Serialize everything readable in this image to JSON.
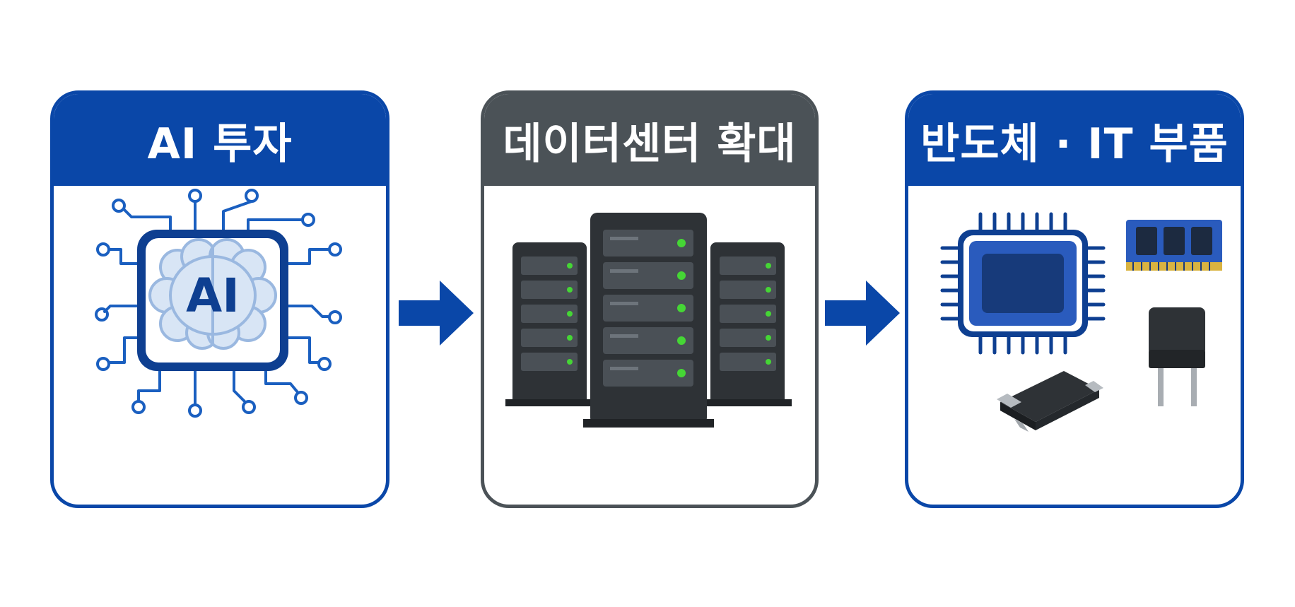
{
  "colors": {
    "primary_blue": "#0a47a8",
    "dark_gray": "#4b5257",
    "led_green": "#45d635"
  },
  "steps": [
    {
      "title": "AI 투자",
      "icon": "ai-chip-brain-icon"
    },
    {
      "title": "데이터센터 확대",
      "icon": "server-racks-icon"
    },
    {
      "title": "반도체 · IT 부품",
      "icon": "semiconductor-components-icon"
    }
  ],
  "ai_chip_label": "AI"
}
